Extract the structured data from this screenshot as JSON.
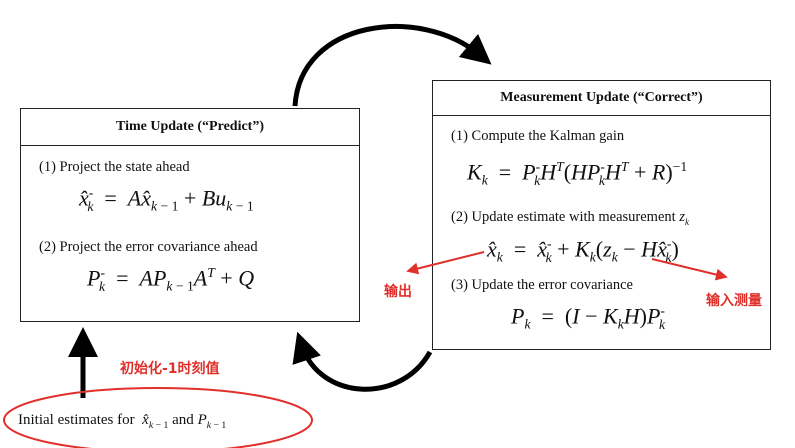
{
  "time_update": {
    "title": "Time Update (“Predict”)",
    "step1": "(1) Project the state ahead",
    "eq1": "x̂⁻ₖ = A x̂ₖ₋₁ + B uₖ₋₁",
    "step2": "(2) Project the error covariance ahead",
    "eq2": "P⁻ₖ = A Pₖ₋₁ Aᵀ + Q"
  },
  "measurement_update": {
    "title": "Measurement Update (“Correct”)",
    "step1": "(1) Compute the Kalman gain",
    "eq1": "Kₖ = P⁻ₖ Hᵀ (H P⁻ₖ Hᵀ + R)⁻¹",
    "step2": "(2) Update estimate with measurement zₖ",
    "eq2": "x̂ₖ = x̂⁻ₖ + Kₖ(zₖ − H x̂⁻ₖ)",
    "step3": "(3) Update the error covariance",
    "eq3": "Pₖ = (I − Kₖ H) P⁻ₖ"
  },
  "initial": {
    "text": "Initial estimates for x̂ₖ₋₁ and Pₖ₋₁"
  },
  "annotations": {
    "output": "输出",
    "input_measurement": "输入测量",
    "init_note": "初始化-1时刻值"
  },
  "colors": {
    "annotation": "#e0302c",
    "box_border": "#222222",
    "arrow": "#000000"
  }
}
